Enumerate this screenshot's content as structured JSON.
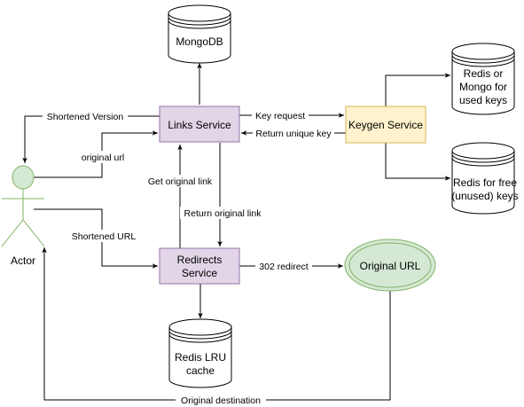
{
  "colors": {
    "service_fill": "#e1d5e7",
    "service_stroke": "#9673a6",
    "keygen_fill": "#fff2cc",
    "keygen_stroke": "#d6b656",
    "url_fill": "#d5e8d4",
    "url_stroke": "#82b366",
    "actor_fill": "#d5e8d4",
    "actor_stroke": "#82b366",
    "line": "#000000"
  },
  "nodes": {
    "mongodb": {
      "lines": [
        "MongoDB"
      ]
    },
    "links_service": {
      "lines": [
        "Links Service"
      ]
    },
    "keygen_service": {
      "lines": [
        "Keygen Service"
      ]
    },
    "redis_used": {
      "lines": [
        "Redis or",
        "Mongo for",
        "used keys"
      ]
    },
    "redis_free": {
      "lines": [
        "Redis for free",
        "(unused) keys"
      ]
    },
    "redirects_service": {
      "lines": [
        "Redirects",
        "Service"
      ]
    },
    "original_url": {
      "lines": [
        "Original URL"
      ]
    },
    "redis_lru": {
      "lines": [
        "Redis LRU",
        "cache"
      ]
    },
    "actor": {
      "label": "Actor"
    }
  },
  "edges": {
    "shortened_version": "Shortened Version",
    "original_url_in": "original url",
    "key_request": "Key request",
    "return_unique_key": "Return unique key",
    "get_original_link": "Get original link",
    "return_original_link": "Return original link",
    "shortened_url": "Shortened URL",
    "redirect_302": "302 redirect",
    "original_destination": "Original destination"
  }
}
